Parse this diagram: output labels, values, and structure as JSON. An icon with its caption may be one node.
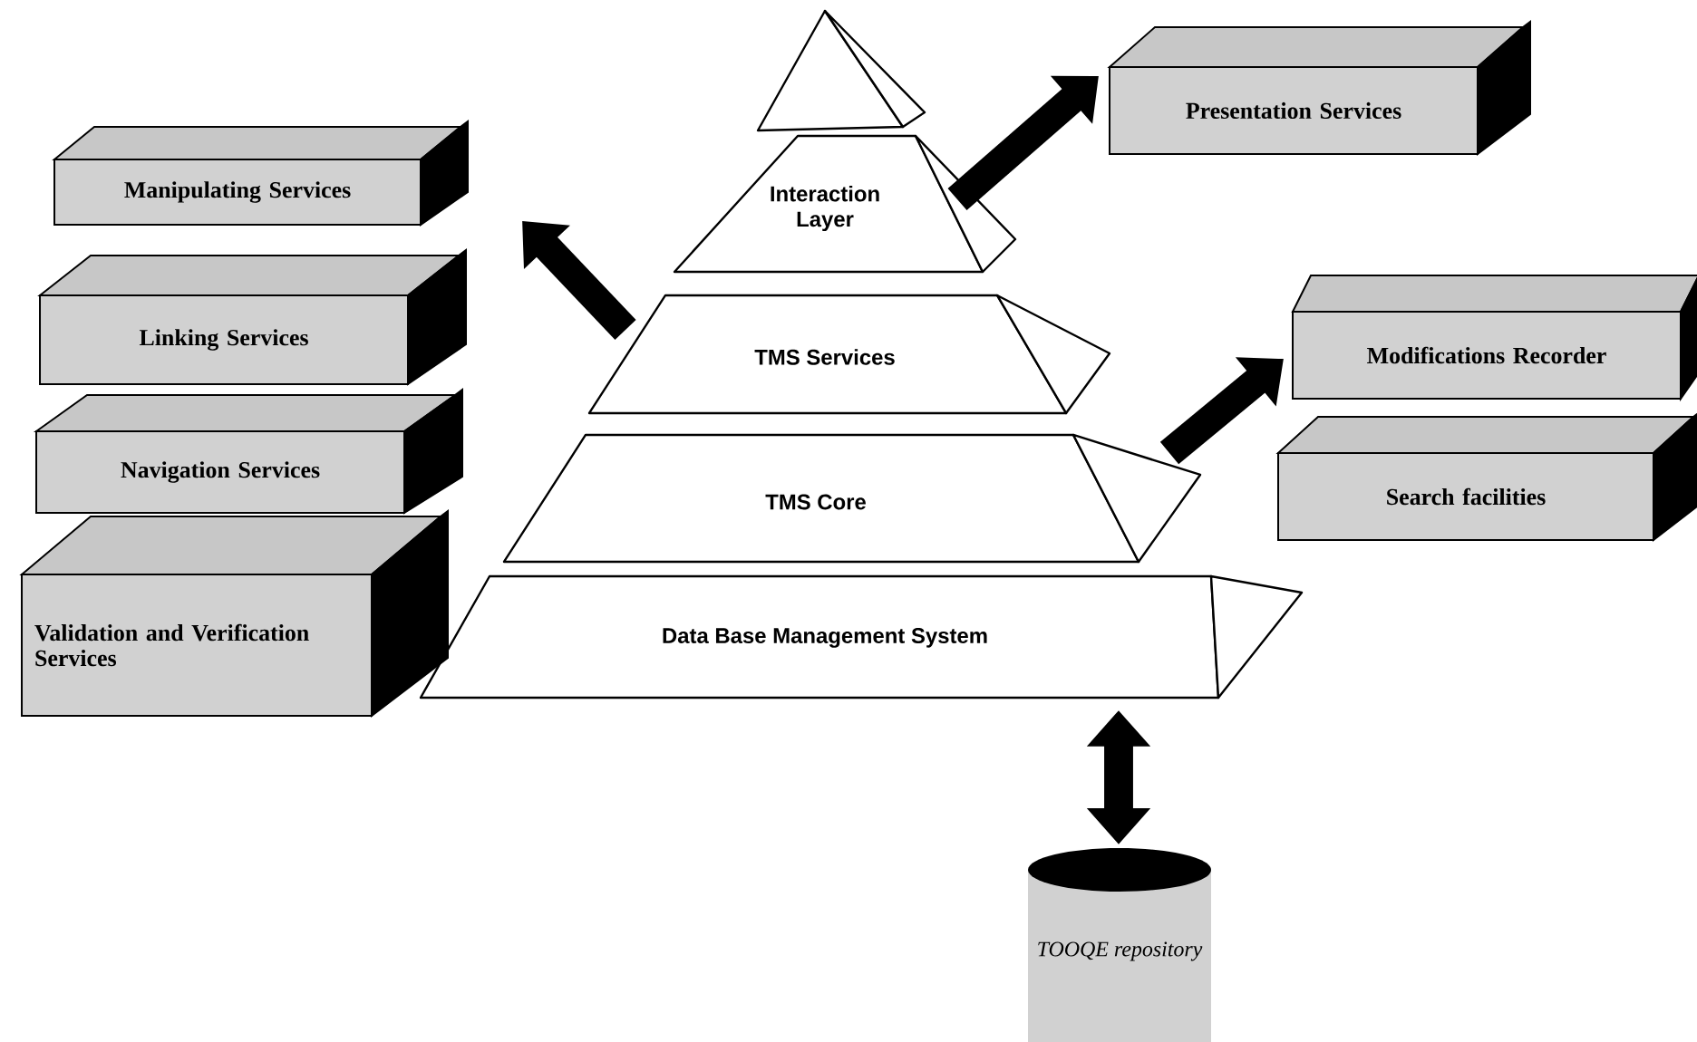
{
  "diagram": {
    "nodes": [
      {
        "text": [],
        "shape": "triangle"
      },
      {
        "text": [
          "Interaction Layer"
        ]
      },
      {
        "text": [
          "TMS Services"
        ]
      },
      {
        "text": [
          "TMS Core"
        ]
      },
      {
        "text": [
          "Data Base Management System"
        ]
      },
      {
        "text": [
          "Manipulating Services"
        ]
      },
      {
        "text": [
          "Linking Services"
        ]
      },
      {
        "text": [
          "Navigation Services"
        ]
      },
      {
        "text": [
          "Validation and Verification Services"
        ]
      },
      {
        "text": [
          "Presentation Services"
        ]
      },
      {
        "text": [
          "Modifications Recorder"
        ]
      },
      {
        "text": [
          "Search facilities"
        ]
      },
      {
        "text": [
          "*TOOQE repository*"
        ]
      }
    ],
    "edges": [
      {
        "from": 2,
        "to": null,
        "arrow": "to"
      },
      {
        "from": 1,
        "to": 9,
        "arrow": "to"
      },
      {
        "from": 3,
        "to": 10,
        "arrow": "to"
      },
      {
        "from": 4,
        "to": 12,
        "arrow": "both"
      }
    ]
  }
}
